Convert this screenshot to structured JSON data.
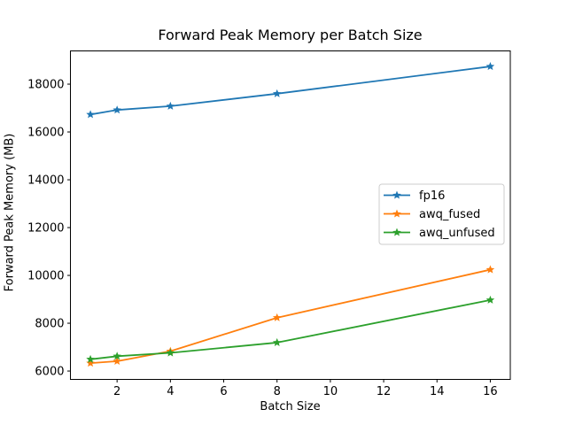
{
  "chart_data": {
    "type": "line",
    "title": "Forward Peak Memory per Batch Size",
    "xlabel": "Batch Size",
    "ylabel": "Forward Peak Memory (MB)",
    "x": [
      1,
      2,
      4,
      8,
      16
    ],
    "series": [
      {
        "name": "fp16",
        "color": "#1f77b4",
        "values": [
          16730,
          16920,
          17080,
          17600,
          18740
        ]
      },
      {
        "name": "awq_fused",
        "color": "#ff7f0e",
        "values": [
          6330,
          6410,
          6830,
          8230,
          10240
        ]
      },
      {
        "name": "awq_unfused",
        "color": "#2ca02c",
        "values": [
          6490,
          6620,
          6760,
          7190,
          8970
        ]
      }
    ],
    "marker": "star",
    "xticks": [
      2,
      4,
      6,
      8,
      10,
      12,
      14,
      16
    ],
    "yticks": [
      6000,
      8000,
      10000,
      12000,
      14000,
      16000,
      18000
    ],
    "xlim": [
      0.25,
      16.75
    ],
    "ylim": [
      5650,
      19390
    ],
    "grid": false,
    "legend_position": "center right",
    "colors": {
      "text": "#000000",
      "spine": "#000000",
      "legend_border": "#cccccc",
      "legend_face": "#ffffff"
    }
  }
}
